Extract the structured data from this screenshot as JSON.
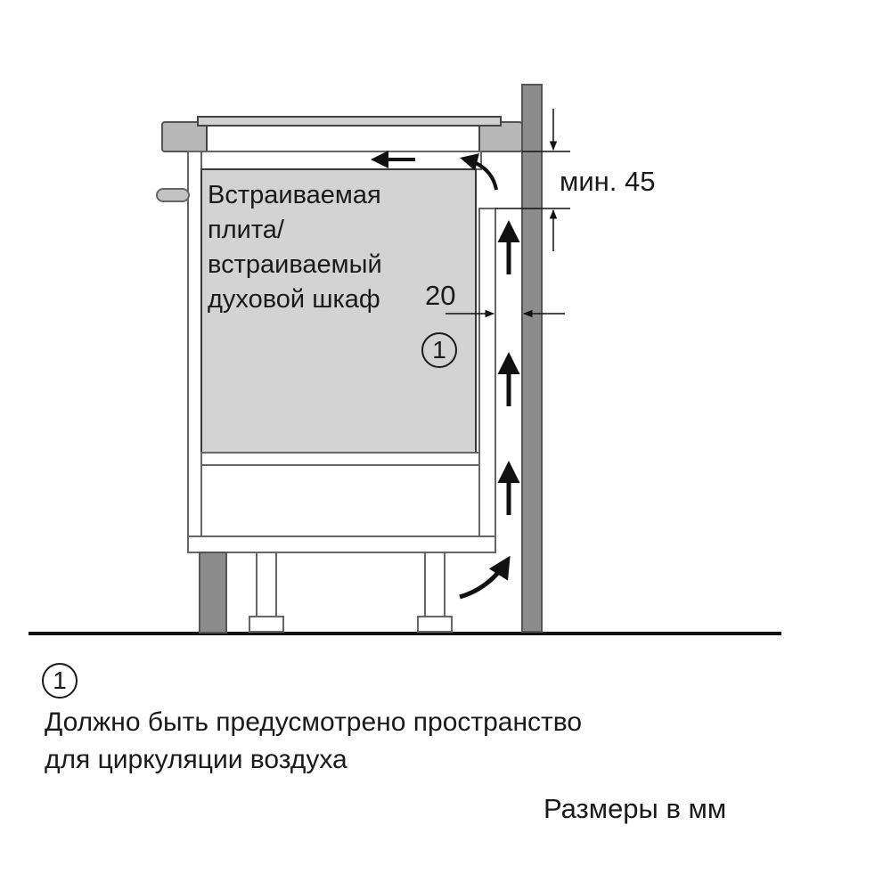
{
  "appliance_label": [
    "Встраиваемая",
    "плита/",
    "встраиваемый",
    "духовой шкаф"
  ],
  "dimensions": {
    "top_gap": "мин. 45",
    "side_gap": "20"
  },
  "marker": "1",
  "note": {
    "marker": "1",
    "lines": [
      "Должно быть предусмотрено пространство",
      "для циркуляции воздуха"
    ]
  },
  "units": "Размеры в мм",
  "colors": {
    "wall": "#8c8c8c",
    "appliance_body": "#d3d3d3",
    "outline": "#3a3a3a",
    "arrow": "#111111"
  }
}
